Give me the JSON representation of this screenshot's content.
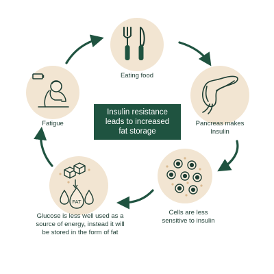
{
  "diagram": {
    "center_title": [
      "Insulin resistance",
      "leads to increased",
      "fat storage"
    ],
    "steps": [
      {
        "id": "eating",
        "label": [
          "Eating food"
        ],
        "icon": "fork-knife-icon"
      },
      {
        "id": "pancreas",
        "label": [
          "Pancreas makes",
          "Insulin"
        ],
        "icon": "pancreas-icon"
      },
      {
        "id": "cells",
        "label": [
          "Cells are less",
          "sensitive to insulin"
        ],
        "icon": "cells-icon"
      },
      {
        "id": "glucose",
        "label": [
          "Glucose is less well used as a",
          "source of energy, instead it will",
          "be stored in the form of fat"
        ],
        "icon": "sugar-cubes-fat-icon",
        "icon_text": "FAT"
      },
      {
        "id": "fatigue",
        "label": [
          "Fatigue"
        ],
        "icon": "tired-person-icon"
      }
    ],
    "colors": {
      "circle": "#f2e5d2",
      "arrow": "#1f5340",
      "center_box": "#1f5340",
      "text": "#1d3d33"
    }
  }
}
